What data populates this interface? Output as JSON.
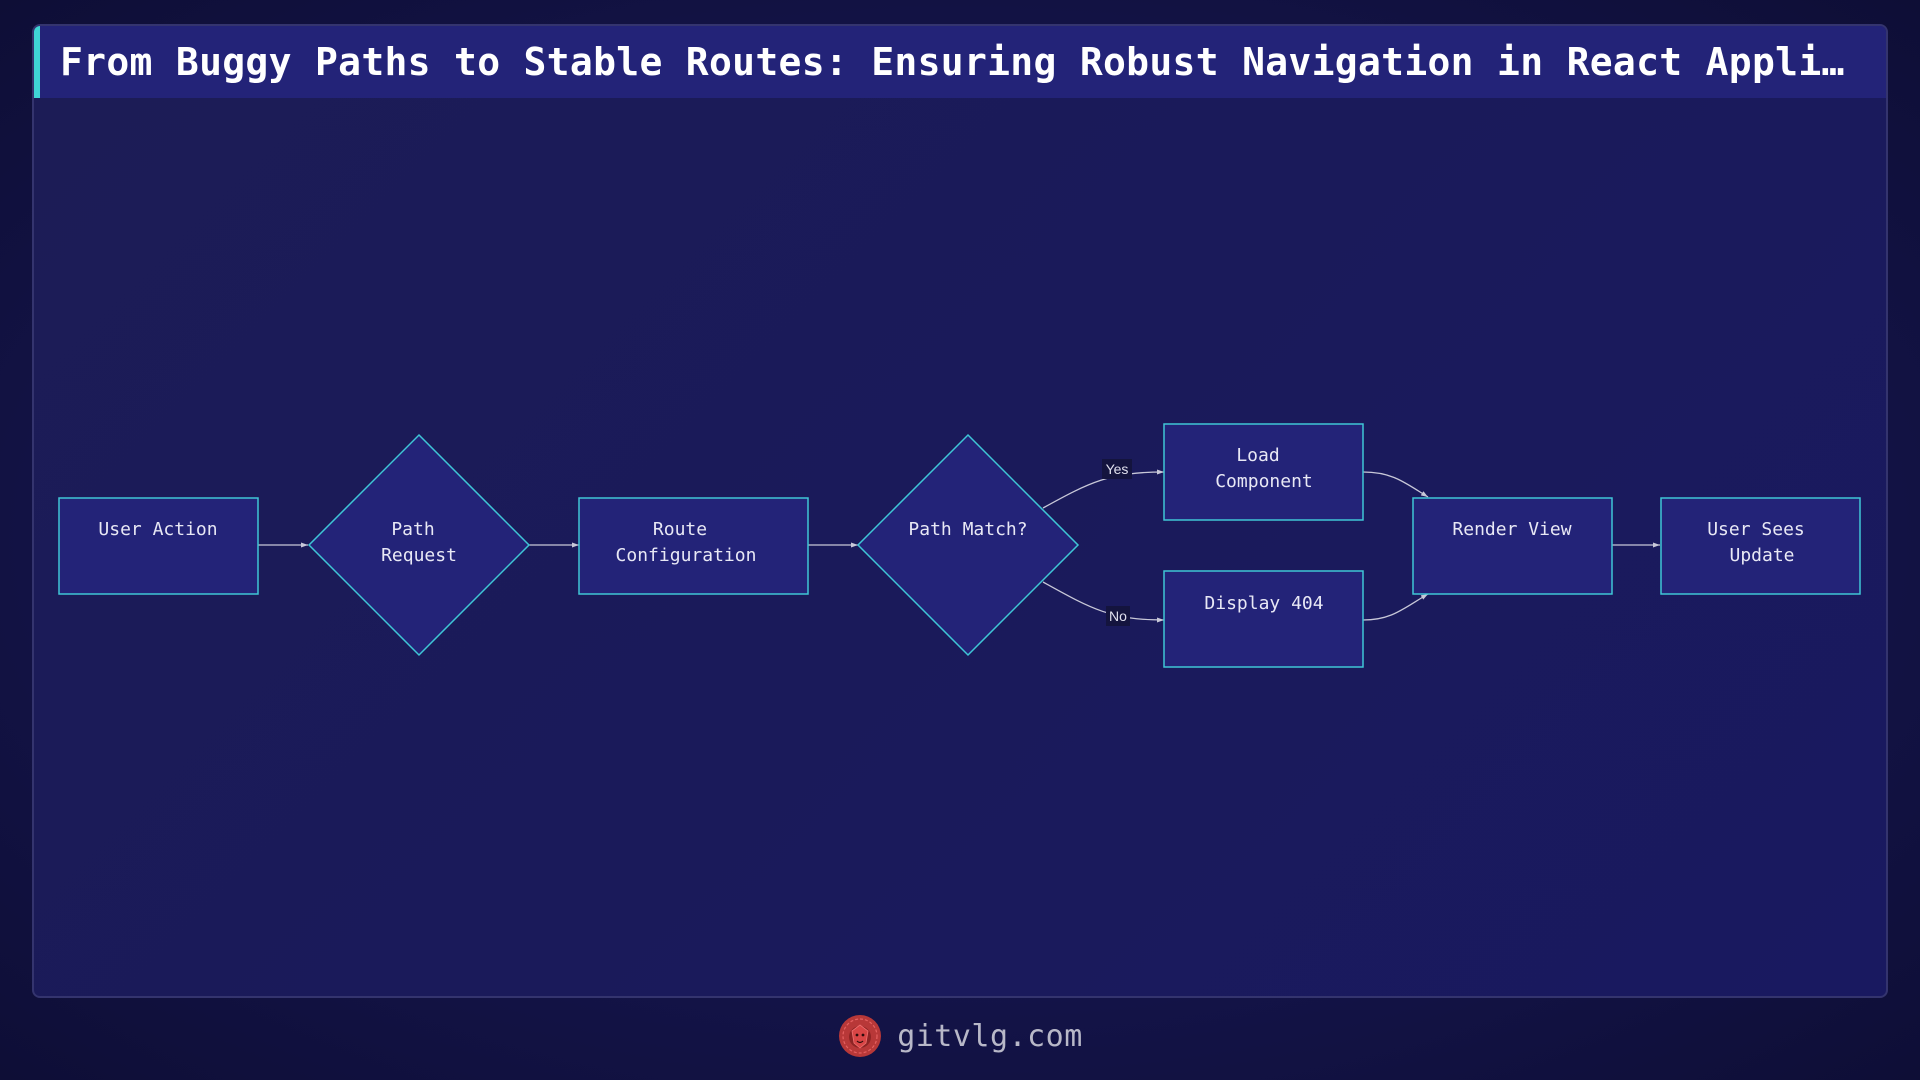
{
  "title": "From Buggy Paths to Stable Routes: Ensuring Robust Navigation in React Applications",
  "nodes": {
    "user_action": {
      "lines": [
        "User Action"
      ],
      "shape": "rectangle"
    },
    "path_request": {
      "lines": [
        "Path",
        "Request"
      ],
      "shape": "diamond"
    },
    "route_config": {
      "lines": [
        "Route",
        "Configuration"
      ],
      "shape": "rectangle"
    },
    "path_match": {
      "lines": [
        "Path Match?"
      ],
      "shape": "diamond"
    },
    "load_component": {
      "lines": [
        "Load",
        "Component"
      ],
      "shape": "rectangle"
    },
    "display_404": {
      "lines": [
        "Display 404"
      ],
      "shape": "rectangle"
    },
    "render_view": {
      "lines": [
        "Render View"
      ],
      "shape": "rectangle"
    },
    "user_sees_update": {
      "lines": [
        "User Sees",
        "Update"
      ],
      "shape": "rectangle"
    }
  },
  "edges": [
    {
      "from": "user_action",
      "to": "path_request",
      "label": ""
    },
    {
      "from": "path_request",
      "to": "route_config",
      "label": ""
    },
    {
      "from": "route_config",
      "to": "path_match",
      "label": ""
    },
    {
      "from": "path_match",
      "to": "load_component",
      "label": "Yes"
    },
    {
      "from": "path_match",
      "to": "display_404",
      "label": "No"
    },
    {
      "from": "load_component",
      "to": "render_view",
      "label": ""
    },
    {
      "from": "display_404",
      "to": "render_view",
      "label": ""
    },
    {
      "from": "render_view",
      "to": "user_sees_update",
      "label": ""
    }
  ],
  "footer": {
    "site": "gitvlg.com",
    "logo_icon": "lion-head-logo"
  },
  "colors": {
    "node_fill": "#232378",
    "node_stroke": "#3fc6d6",
    "edge_stroke": "#c8c8d8",
    "title_accent": "#3fd5d5",
    "logo_red": "#d84545"
  }
}
